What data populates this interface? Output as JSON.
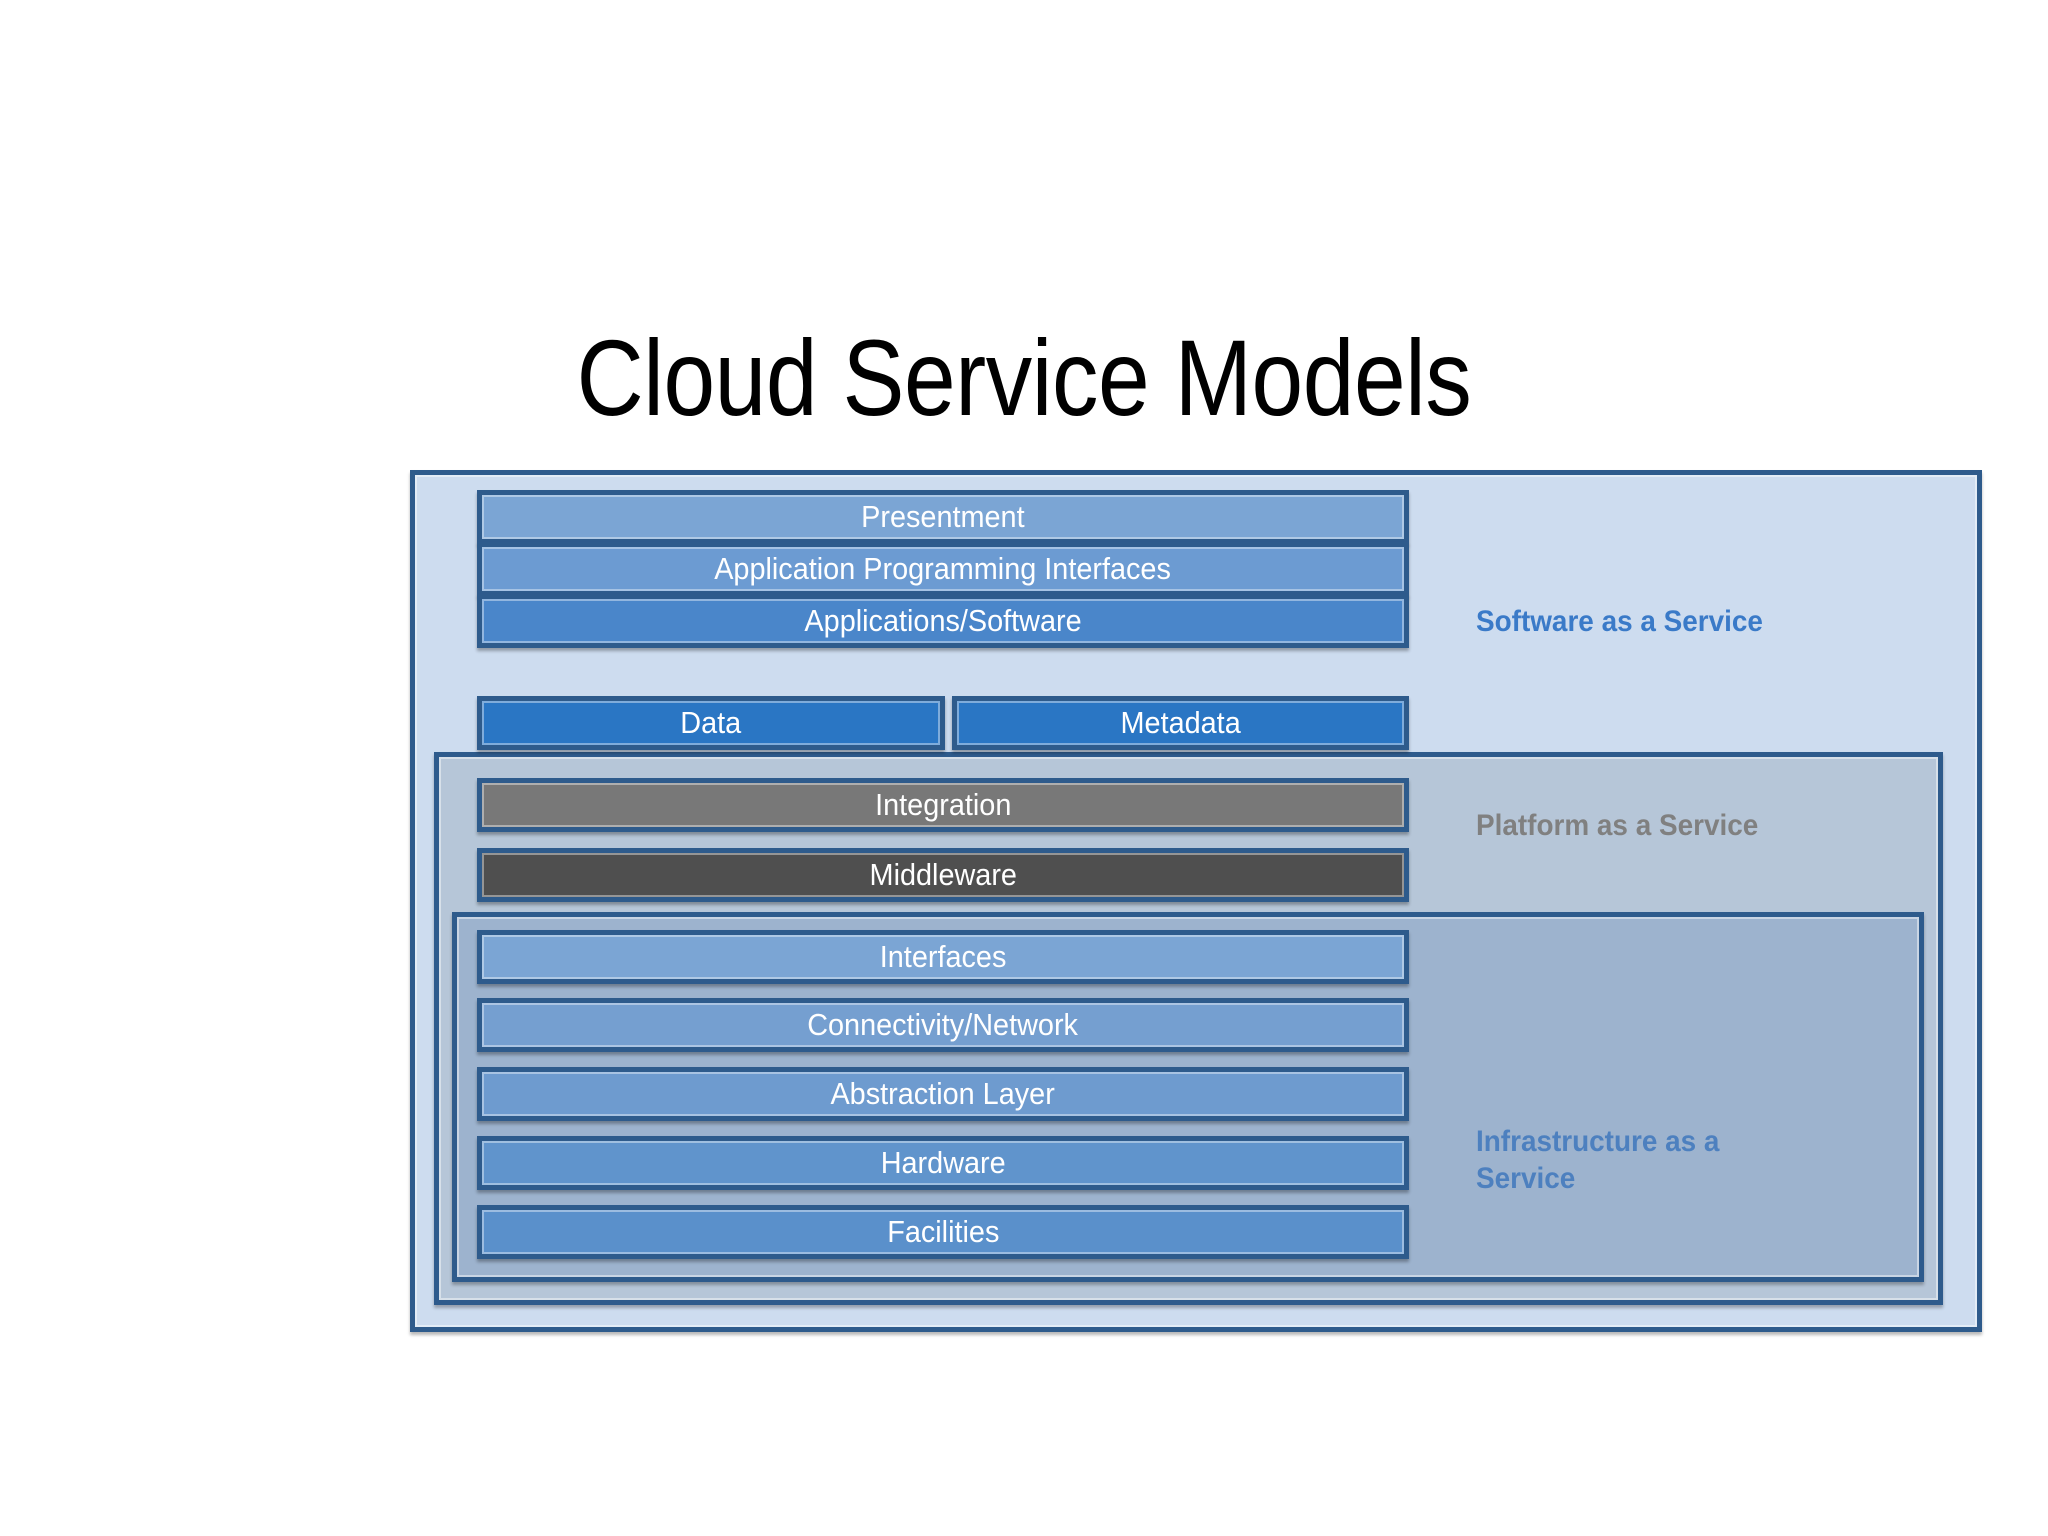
{
  "title": "Cloud Service Models",
  "sections": [
    {
      "id": "saas",
      "label": "Software as a Service",
      "label_color": "#3a7ac8",
      "container_color": "#cddcef",
      "layers": [
        {
          "name": "Presentment",
          "color": "#7ba5d4"
        },
        {
          "name": "Application Programming Interfaces",
          "color": "#6c9bd2"
        },
        {
          "name": "Applications/Software",
          "color": "#4a86ca"
        },
        {
          "name": "Data",
          "color": "#2a76c4"
        },
        {
          "name": "Metadata",
          "color": "#2a76c4"
        }
      ]
    },
    {
      "id": "paas",
      "label": "Platform as a Service",
      "label_color": "#808080",
      "container_color": "#b6c6d8",
      "layers": [
        {
          "name": "Integration",
          "color": "#787878"
        },
        {
          "name": "Middleware",
          "color": "#4f4f4f"
        }
      ]
    },
    {
      "id": "iaas",
      "label": "Infrastructure as a Service",
      "label_color": "#4d80bf",
      "container_color": "#9db3ce",
      "layers": [
        {
          "name": "Interfaces",
          "color": "#7ba5d4"
        },
        {
          "name": "Connectivity/Network",
          "color": "#759fd0"
        },
        {
          "name": "Abstraction Layer",
          "color": "#6e9bcf"
        },
        {
          "name": "Hardware",
          "color": "#6094cc"
        },
        {
          "name": "Facilities",
          "color": "#5a90cb"
        }
      ]
    }
  ],
  "colors": {
    "border": "#2e5b8c",
    "text_on_bar": "#ffffff",
    "background": "#ffffff",
    "title_color": "#000000"
  }
}
